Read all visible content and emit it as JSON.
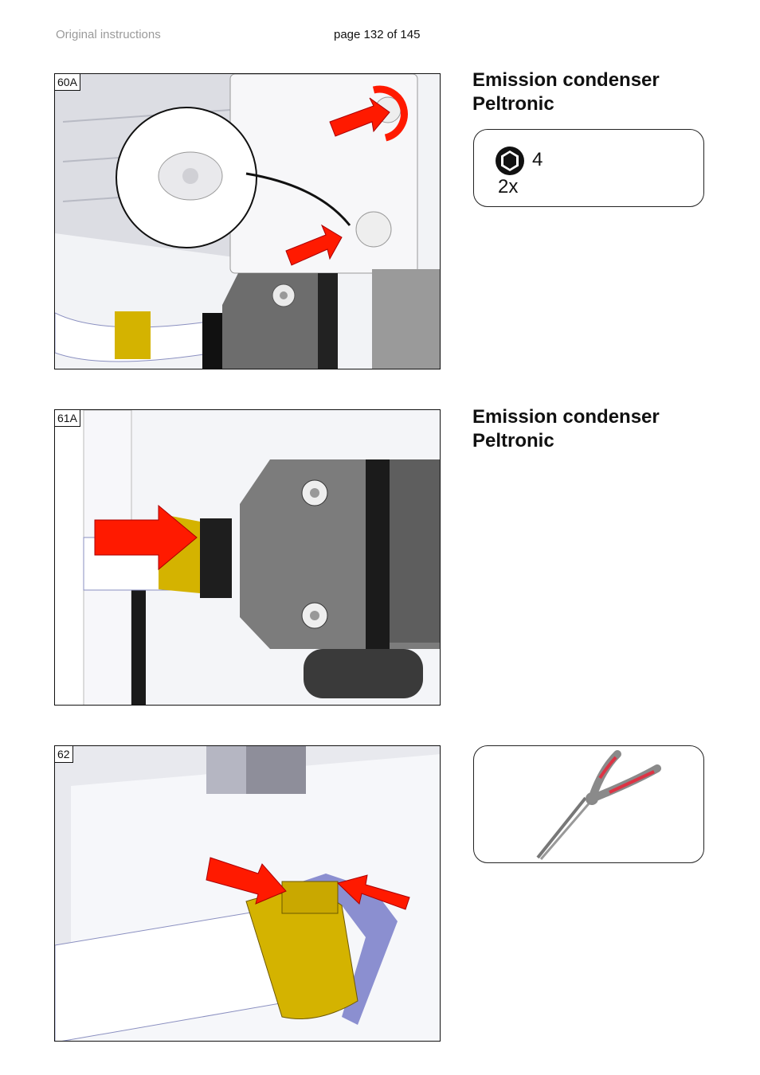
{
  "header": {
    "doc_type": "Original instructions",
    "page": "page 132 of 145"
  },
  "steps": [
    {
      "figure_label": "60A",
      "title": "Emission condenser Peltronic",
      "tool": {
        "icon": "hex-socket-icon",
        "size": "4",
        "quantity": "2x"
      }
    },
    {
      "figure_label": "61A",
      "title": "Emission condenser Peltronic"
    },
    {
      "figure_label": "62",
      "tool": {
        "icon": "pliers-icon"
      }
    }
  ],
  "colors": {
    "arrow": "#ff1a00",
    "clamp": "#d4b300",
    "housing": "#808080"
  }
}
